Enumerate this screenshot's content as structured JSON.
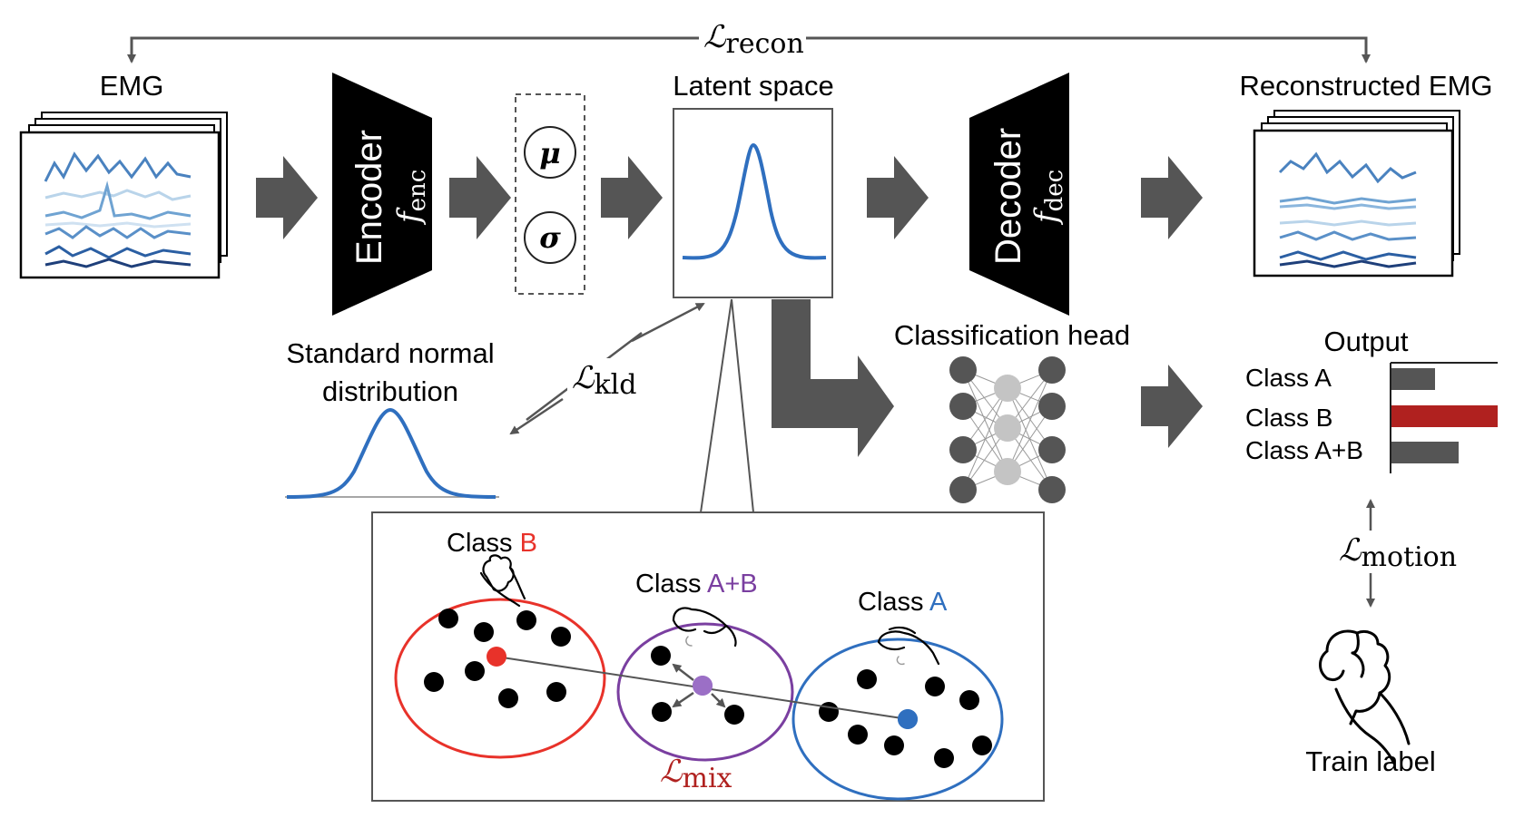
{
  "labels": {
    "emg": "EMG",
    "encoder": "Encoder",
    "f_enc_base": "f",
    "f_enc_sub": "enc",
    "mu": "μ",
    "sigma": "σ",
    "latent_space": "Latent space",
    "decoder": "Decoder",
    "f_dec_base": "f",
    "f_dec_sub": "dec",
    "reconstructed_emg": "Reconstructed EMG",
    "standard_normal_line1": "Standard normal",
    "standard_normal_line2": "distribution",
    "classification_head": "Classification head",
    "output": "Output",
    "train_label": "Train label",
    "class_word": "Class",
    "class_b_letter": "B",
    "class_ab_letter": "A+B",
    "class_a_letter": "A"
  },
  "losses": {
    "recon_base": "ℒ",
    "recon_sub": "recon",
    "kld_base": "ℒ",
    "kld_sub": "kld",
    "mix_base": "ℒ",
    "mix_sub": "mix",
    "motion_base": "ℒ",
    "motion_sub": "motion"
  },
  "output_bars": [
    {
      "label": "Class A",
      "value": 0.3,
      "color": "#555555"
    },
    {
      "label": "Class B",
      "value": 0.73,
      "color": "#b0211f"
    },
    {
      "label": "Class A+B",
      "value": 0.46,
      "color": "#555555"
    }
  ],
  "colors": {
    "class_b": "#e8322a",
    "class_ab": "#7a3fa0",
    "class_a": "#2f6fbf",
    "mix_loss": "#b0211f",
    "curve_blue": "#2f6fbf",
    "block_black": "#000000",
    "arrow_gray": "#555555"
  }
}
